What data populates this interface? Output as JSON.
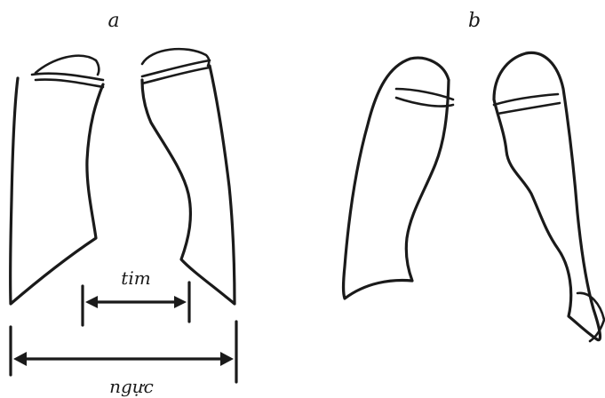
{
  "panels": [
    {
      "id": "a",
      "label": "a"
    },
    {
      "id": "b",
      "label": "b"
    }
  ],
  "measurements": {
    "heart_label": "tim",
    "chest_label": "ngực"
  },
  "colors": {
    "ink": "#1a1a1a",
    "background": "#ffffff"
  }
}
